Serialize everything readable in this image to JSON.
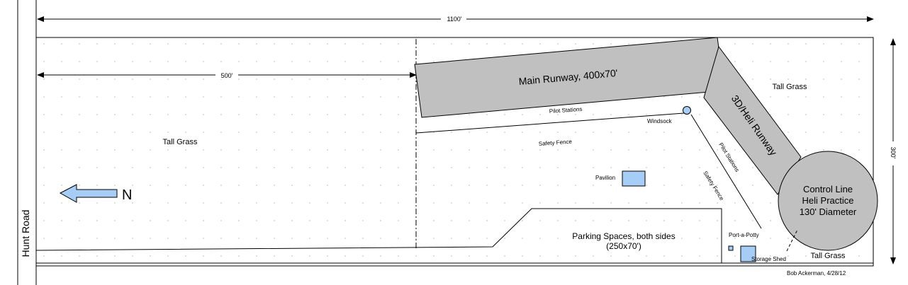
{
  "dimensions": {
    "overall_width": "1100'",
    "left_section": "500'",
    "depth": "300'"
  },
  "road": {
    "label": "Hunt Road"
  },
  "compass": {
    "label": "N"
  },
  "main_runway": {
    "label": "Main Runway, 400x70'"
  },
  "heli_runway": {
    "label": "3D/Heli Runway"
  },
  "control_line": {
    "line1": "Control Line",
    "line2": "Heli Practice",
    "line3": "130' Diameter"
  },
  "labels": {
    "tall_grass_west": "Tall Grass",
    "tall_grass_north": "Tall Grass",
    "tall_grass_south": "Tall Grass",
    "pilot_stations_main": "Pilot Stations",
    "pilot_stations_heli": "Pilot Stations",
    "safety_fence_main": "Safety Fence",
    "safety_fence_heli": "Safety Fence",
    "windsock": "Windsock",
    "pavilion": "Pavilion",
    "port_a_potty": "Port-a-Potty",
    "storage_shed": "Storage Shed",
    "parking_line1": "Parking Spaces, both sides",
    "parking_line2": "(250x70')",
    "author": "Bob Ackerman, 4/28/12"
  },
  "colors": {
    "runway_fill": "#c0c0c0",
    "structure_fill": "#a6cdf5",
    "arrow_fill": "#a6cdf5",
    "line": "#000000",
    "grid_dot": "#c8c8c8"
  }
}
